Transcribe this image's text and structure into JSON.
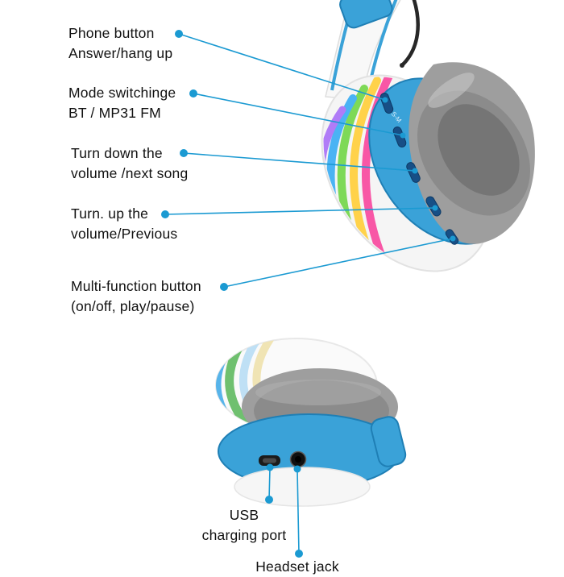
{
  "colors": {
    "callout": "#1b9ad2",
    "label_text": "#111111",
    "headphone_blue": "#3aa2d8",
    "headphone_blue_dark": "#1f7fb5",
    "button_blue": "#174f86",
    "cushion_gray": "#9e9e9e",
    "cushion_gray_mid": "#8b8b8b",
    "cushion_gray_dark": "#757575",
    "shell_white": "#f5f5f5",
    "cable_black": "#272727",
    "rainbow": [
      "#f857a6",
      "#ffd24a",
      "#7ed957",
      "#4ab3f4",
      "#b07cf7"
    ],
    "rainbow_bottom": [
      "#6fc06f",
      "#bfe0f5",
      "#f0e4b4",
      "#57b4ea"
    ]
  },
  "callouts": [
    {
      "line1": "Phone button",
      "line2": "Answer/hang up"
    },
    {
      "line1": "Mode switchinge",
      "line2": "BT / MP31 FM"
    },
    {
      "line1": "Turn down the",
      "line2": "volume /next song"
    },
    {
      "line1": "Turn. up the",
      "line2": "volume/Previous"
    },
    {
      "line1": "Multi-function button",
      "line2": "(on/off, play/pause)"
    }
  ],
  "bottom_callouts": [
    {
      "line1": "USB",
      "line2": "charging port"
    },
    {
      "line1": "Headset jack",
      "line2": ""
    }
  ],
  "headphone": {
    "mode_button_text": "S-M"
  }
}
